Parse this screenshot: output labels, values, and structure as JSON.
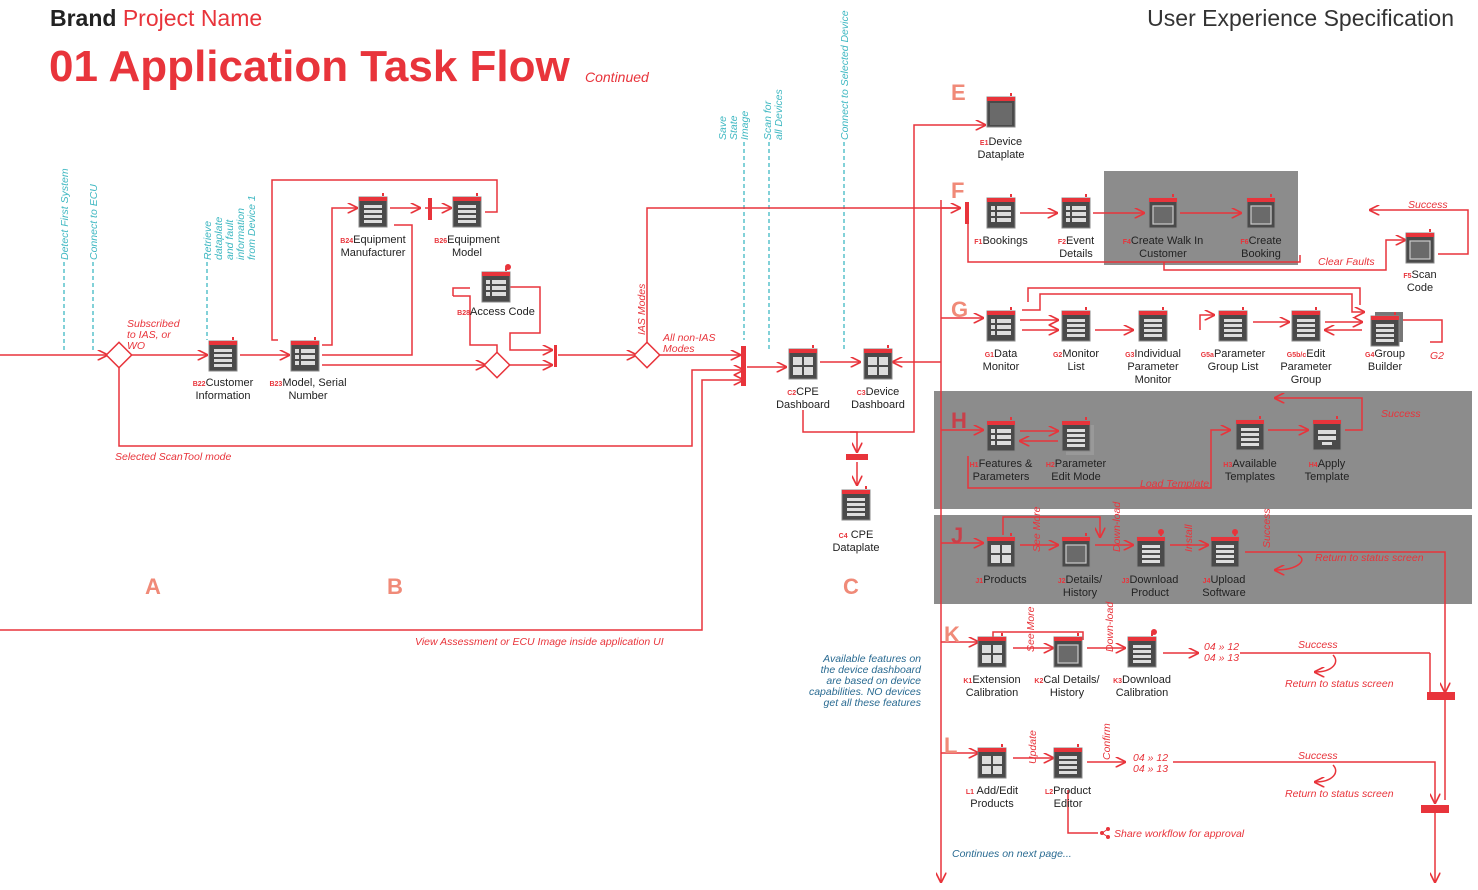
{
  "header": {
    "brand": "Brand",
    "project": "Project Name",
    "spec": "User Experience Specification",
    "title": "01 Application Task Flow",
    "continued": "Continued"
  },
  "sections": {
    "A": "A",
    "B": "B",
    "C": "C",
    "E": "E",
    "F": "F",
    "G": "G",
    "H": "H",
    "J": "J",
    "K": "K",
    "L": "L"
  },
  "nodes": {
    "b22": {
      "code": "B22",
      "l1": "Customer",
      "l2": "Information"
    },
    "b23": {
      "code": "B23",
      "l1": "Model, Serial",
      "l2": "Number"
    },
    "b24": {
      "code": "B24",
      "l1": "Equipment",
      "l2": "Manufacturer"
    },
    "b26": {
      "code": "B26",
      "l1": "Equipment",
      "l2": "Model"
    },
    "b28": {
      "code": "B28",
      "l1": "Access Code"
    },
    "c2": {
      "code": "C2",
      "l1": "CPE",
      "l2": "Dashboard"
    },
    "c3": {
      "code": "C3",
      "l1": "Device",
      "l2": "Dashboard"
    },
    "c4": {
      "code": "C4",
      "l1": "CPE",
      "l2": "Dataplate"
    },
    "e1": {
      "code": "E1",
      "l1": "Device",
      "l2": "Dataplate"
    },
    "f1": {
      "code": "F1",
      "l1": "Bookings"
    },
    "f2": {
      "code": "F2",
      "l1": "Event",
      "l2": "Details"
    },
    "f4": {
      "code": "F4",
      "l1": "Create Walk In",
      "l2": "Customer"
    },
    "f6": {
      "code": "F6",
      "l1": "Create",
      "l2": "Booking"
    },
    "f5": {
      "code": "F5",
      "l1": "Scan",
      "l2": "Code"
    },
    "g1": {
      "code": "G1",
      "l1": "Data",
      "l2": "Monitor"
    },
    "g2": {
      "code": "G2",
      "l1": "Monitor",
      "l2": "List"
    },
    "g3": {
      "code": "G3",
      "l1": "Individual",
      "l2": "Parameter",
      "l3": "Monitor"
    },
    "g5a": {
      "code": "G5a",
      "l1": "Parameter",
      "l2": "Group List"
    },
    "g5b": {
      "code": "G5b/c",
      "l1": "Edit",
      "l2": "Parameter",
      "l3": "Group"
    },
    "g4": {
      "code": "G4",
      "l1": "Group",
      "l2": "Builder"
    },
    "h1": {
      "code": "H1",
      "l1": "Features &",
      "l2": "Parameters"
    },
    "h2": {
      "code": "H2",
      "l1": "Parameter",
      "l2": "Edit Mode"
    },
    "h3": {
      "code": "H3",
      "l1": "Available",
      "l2": "Templates"
    },
    "h4": {
      "code": "H4",
      "l1": "Apply",
      "l2": "Template"
    },
    "j1": {
      "code": "J1",
      "l1": "Products"
    },
    "j2": {
      "code": "J2",
      "l1": "Details/",
      "l2": "History"
    },
    "j3": {
      "code": "J3",
      "l1": "Download",
      "l2": "Product"
    },
    "j4": {
      "code": "J4",
      "l1": "Upload",
      "l2": "Software"
    },
    "k1": {
      "code": "K1",
      "l1": "Extension",
      "l2": "Calibration"
    },
    "k2": {
      "code": "K2",
      "l1": "Cal Details/",
      "l2": "History"
    },
    "k3": {
      "code": "K3",
      "l1": "Download",
      "l2": "Calibration"
    },
    "l1": {
      "code": "L1",
      "l1": "Add/Edit",
      "l2": "Products"
    },
    "l2": {
      "code": "L2",
      "l1": "Product",
      "l2": "Editor"
    }
  },
  "annotations": {
    "detect_first": "Detect First System",
    "connect_ecu": "Connect to ECU",
    "retrieve1": "Retrieve",
    "retrieve2": "dataplate",
    "retrieve3": "and fault",
    "retrieve4": "information",
    "retrieve5": "from Device 1",
    "save1": "Save",
    "save2": "State",
    "save3": "Image",
    "scan1": "Scan for",
    "scan2": "all Devices",
    "connect_sel": "Connect to Selected Device",
    "subscribed1": "Subscribed",
    "subscribed2": "to IAS, or",
    "subscribed3": "WO",
    "ias_modes": "IAS Modes",
    "non_ias1": "All non-IAS",
    "non_ias2": "Modes",
    "scantool": "Selected ScanTool mode",
    "view_assess": "View Assessment or ECU Image inside application UI",
    "success": "Success",
    "clear_faults": "Clear Faults",
    "g2_back": "G2",
    "load_template": "Load Template",
    "see_more": "See More",
    "download": "Down-load",
    "install": "Install",
    "return_status": "Return to status screen",
    "v1": "04 » 12",
    "v2": "04 » 13",
    "update": "Update",
    "confirm": "Confirm",
    "share": "Share workflow for approval",
    "features1": "Available features on",
    "features2": "the device dashboard",
    "features3": "are based on device",
    "features4": "capabilities. NO devices",
    "features5": "get all these features",
    "continues": "Continues on next page..."
  }
}
